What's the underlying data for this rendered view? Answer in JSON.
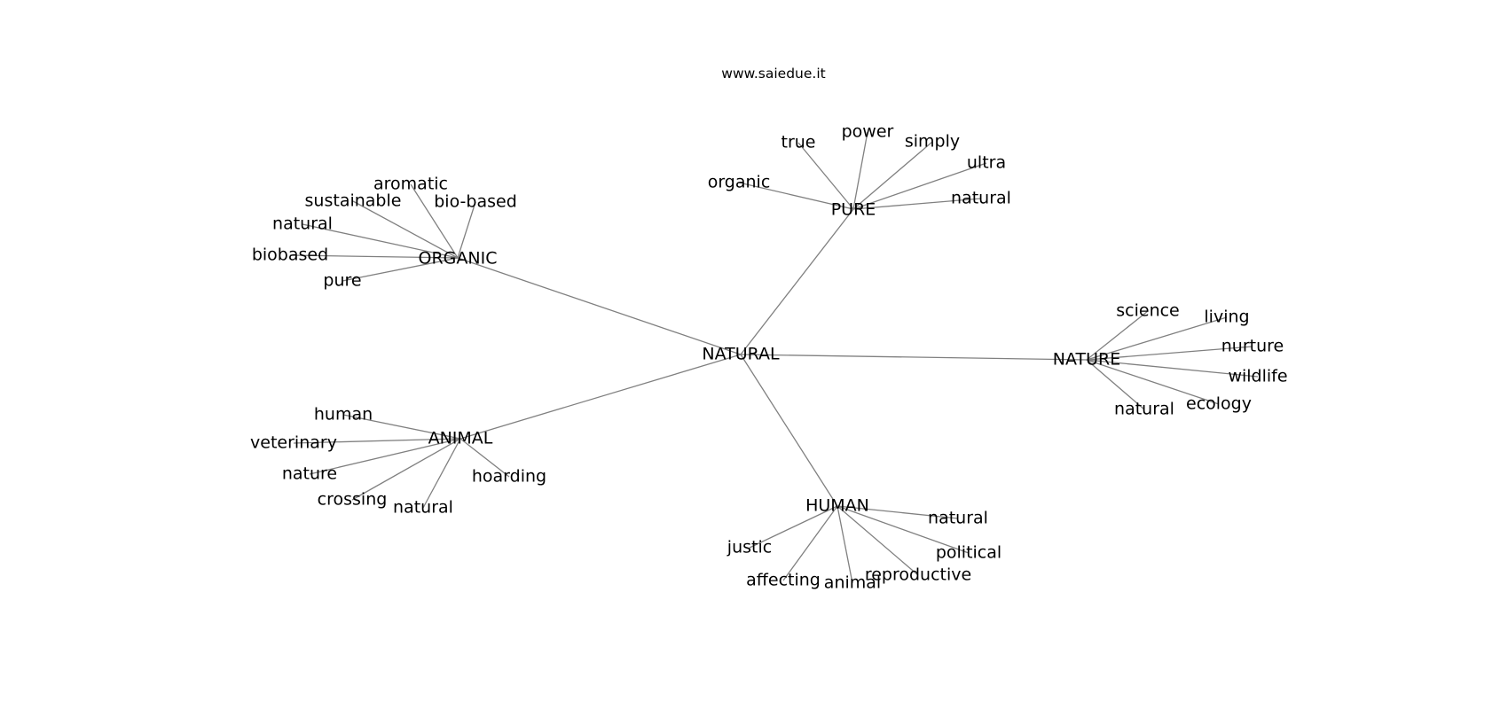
{
  "credit": "www.saiedue.it",
  "colors": {
    "edge": "#808080",
    "text": "#000000",
    "background": "#ffffff"
  },
  "root": {
    "id": "natural",
    "label": "NATURAL"
  },
  "hubs": [
    {
      "id": "organic",
      "label": "ORGANIC",
      "leaves": [
        "aromatic",
        "sustainable",
        "bio-based",
        "natural",
        "biobased",
        "pure"
      ]
    },
    {
      "id": "pure",
      "label": "PURE",
      "leaves": [
        "true",
        "power",
        "simply",
        "ultra",
        "organic",
        "natural"
      ]
    },
    {
      "id": "nature",
      "label": "NATURE",
      "leaves": [
        "science",
        "living",
        "nurture",
        "wildlife",
        "ecology",
        "natural"
      ]
    },
    {
      "id": "animal",
      "label": "ANIMAL",
      "leaves": [
        "human",
        "veterinary",
        "nature",
        "crossing",
        "natural",
        "hoarding"
      ]
    },
    {
      "id": "human",
      "label": "HUMAN",
      "leaves": [
        "natural",
        "political",
        "reproductive",
        "animal",
        "affecting",
        "justic"
      ]
    }
  ]
}
